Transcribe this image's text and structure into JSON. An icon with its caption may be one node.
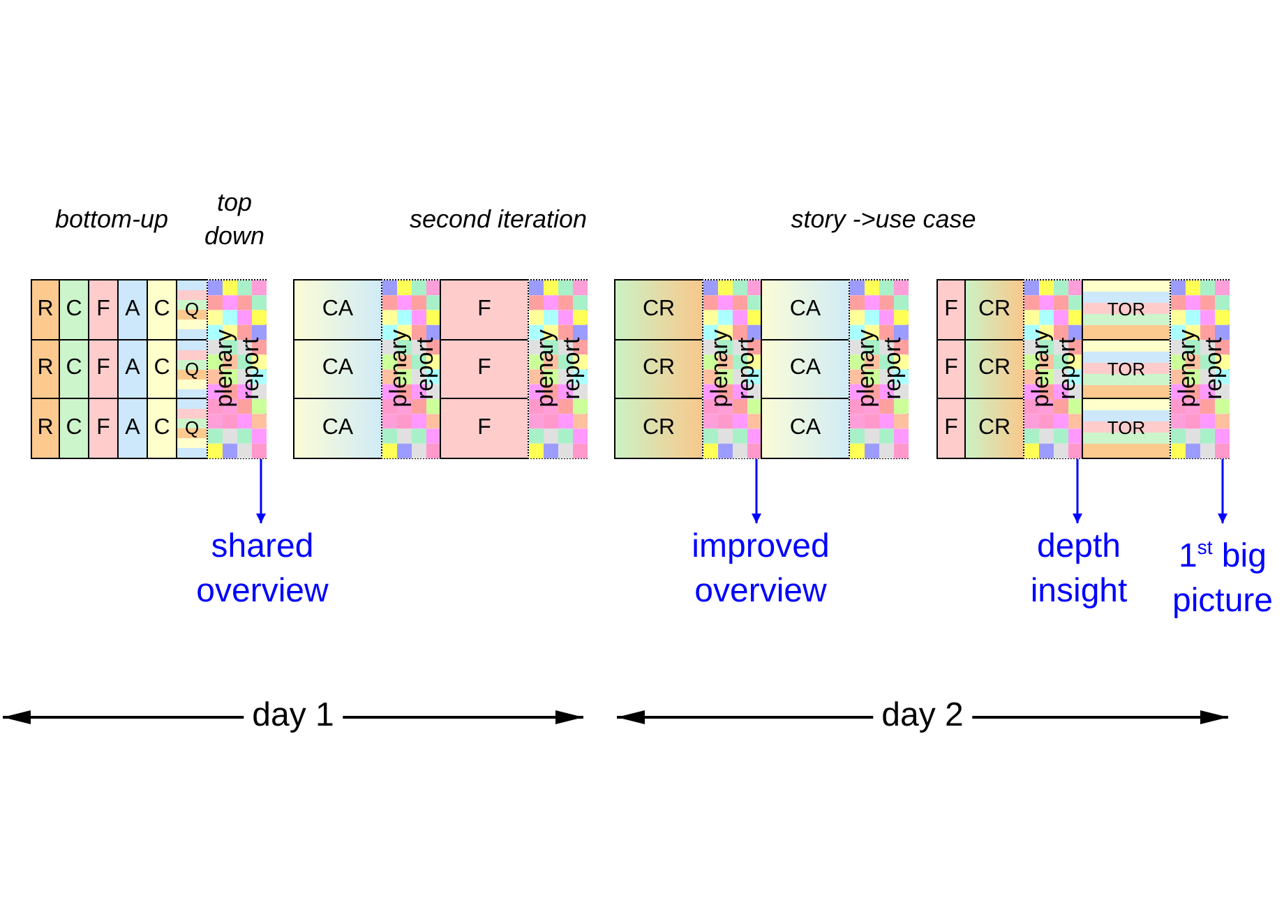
{
  "diagram": {
    "nodes": [
      {
        "text": [
          "R"
        ]
      },
      {
        "text": [
          "C"
        ]
      },
      {
        "text": [
          "F"
        ]
      },
      {
        "text": [
          "A"
        ]
      },
      {
        "text": [
          "C"
        ]
      },
      {
        "text": [
          "Q"
        ]
      },
      {
        "text": [
          "R"
        ]
      },
      {
        "text": [
          "C"
        ]
      },
      {
        "text": [
          "F"
        ]
      },
      {
        "text": [
          "A"
        ]
      },
      {
        "text": [
          "C"
        ]
      },
      {
        "text": [
          "Q"
        ]
      },
      {
        "text": [
          "R"
        ]
      },
      {
        "text": [
          "C"
        ]
      },
      {
        "text": [
          "F"
        ]
      },
      {
        "text": [
          "A"
        ]
      },
      {
        "text": [
          "C"
        ]
      },
      {
        "text": [
          "Q"
        ]
      },
      {
        "text": [
          "plenary report"
        ]
      },
      {
        "text": [
          "CA"
        ]
      },
      {
        "text": [
          "CA"
        ]
      },
      {
        "text": [
          "CA"
        ]
      },
      {
        "text": [
          "plenary report"
        ]
      },
      {
        "text": [
          "F"
        ]
      },
      {
        "text": [
          "F"
        ]
      },
      {
        "text": [
          "F"
        ]
      },
      {
        "text": [
          "plenary report"
        ]
      },
      {
        "text": [
          "CR"
        ]
      },
      {
        "text": [
          "CR"
        ]
      },
      {
        "text": [
          "CR"
        ]
      },
      {
        "text": [
          "plenary report"
        ]
      },
      {
        "text": [
          "CA"
        ]
      },
      {
        "text": [
          "CA"
        ]
      },
      {
        "text": [
          "CA"
        ]
      },
      {
        "text": [
          "plenary report"
        ]
      },
      {
        "text": [
          "F"
        ]
      },
      {
        "text": [
          "F"
        ]
      },
      {
        "text": [
          "F"
        ]
      },
      {
        "text": [
          "CR"
        ]
      },
      {
        "text": [
          "CR"
        ]
      },
      {
        "text": [
          "CR"
        ]
      },
      {
        "text": [
          "plenary report"
        ]
      },
      {
        "text": [
          "TOR"
        ]
      },
      {
        "text": [
          "TOR"
        ]
      },
      {
        "text": [
          "TOR"
        ]
      },
      {
        "text": [
          "plenary report"
        ]
      },
      {
        "text": [
          "shared overview"
        ]
      },
      {
        "text": [
          "improved overview"
        ]
      },
      {
        "text": [
          "depth insight"
        ]
      },
      {
        "text": [
          "1$^{st}$ big picture"
        ]
      }
    ],
    "edges": [
      {
        "from": 18,
        "to": 46,
        "arrow": "to"
      },
      {
        "from": 30,
        "to": 47,
        "arrow": "to"
      },
      {
        "from": 41,
        "to": 48,
        "arrow": "to"
      },
      {
        "from": 45,
        "to": 49,
        "arrow": "to"
      }
    ],
    "labels": [
      "bottom-up",
      "top down",
      "second iteration",
      "story ->use case",
      "day 1",
      "day 2"
    ]
  }
}
